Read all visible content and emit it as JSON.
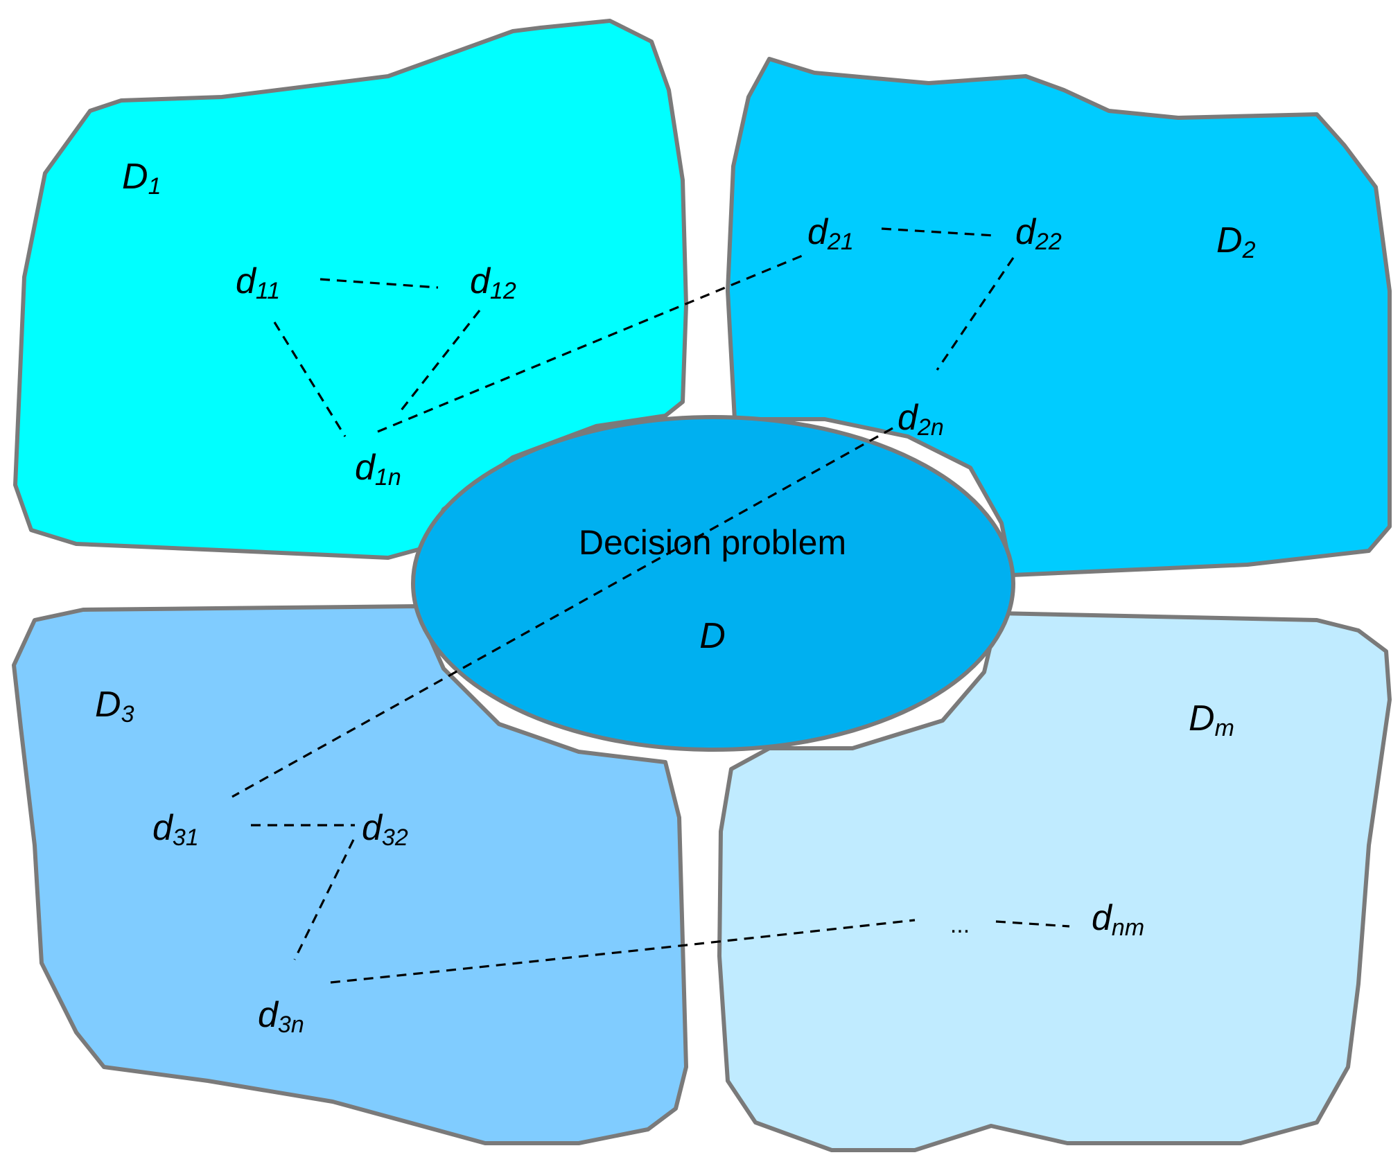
{
  "center": {
    "title": "Decision problem",
    "symbol": "D"
  },
  "domains": [
    {
      "id": "D1",
      "base": "D",
      "sub": "1",
      "color": "#00FFFF"
    },
    {
      "id": "D2",
      "base": "D",
      "sub": "2",
      "color": "#00CCFF"
    },
    {
      "id": "D3",
      "base": "D",
      "sub": "3",
      "color": "#80CCFF"
    },
    {
      "id": "Dm",
      "base": "D",
      "sub": "m",
      "color": "#C0EBFF"
    }
  ],
  "nodes": [
    {
      "id": "d11",
      "base": "d",
      "sub": "11"
    },
    {
      "id": "d12",
      "base": "d",
      "sub": "12"
    },
    {
      "id": "d1n",
      "base": "d",
      "sub": "1n"
    },
    {
      "id": "d21",
      "base": "d",
      "sub": "21"
    },
    {
      "id": "d22",
      "base": "d",
      "sub": "22"
    },
    {
      "id": "d2n",
      "base": "d",
      "sub": "2n"
    },
    {
      "id": "d31",
      "base": "d",
      "sub": "31"
    },
    {
      "id": "d32",
      "base": "d",
      "sub": "32"
    },
    {
      "id": "d3n",
      "base": "d",
      "sub": "3n"
    },
    {
      "id": "dnm",
      "base": "d",
      "sub": "nm"
    }
  ],
  "ellipsis": "...",
  "colors": {
    "outline": "#7a7a7a",
    "center_fill": "#00B0F0",
    "link": "#000000"
  }
}
